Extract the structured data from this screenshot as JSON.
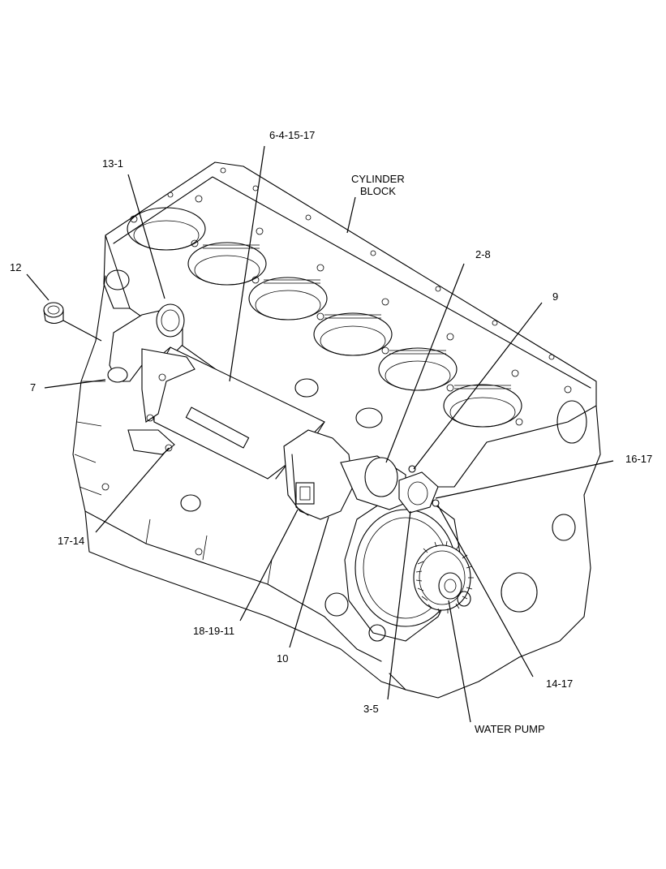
{
  "callouts": {
    "c_6_4_15_17": "6-4-15-17",
    "c_13_1": "13-1",
    "c_cylinder_block": "CYLINDER\nBLOCK",
    "c_12": "12",
    "c_2_8": "2-8",
    "c_9": "9",
    "c_7": "7",
    "c_16_17": "16-17",
    "c_17_14": "17-14",
    "c_18_19_11": "18-19-11",
    "c_10": "10",
    "c_14_17": "14-17",
    "c_3_5": "3-5",
    "c_water_pump": "WATER PUMP"
  },
  "colors": {
    "line": "#000000",
    "background": "#ffffff"
  }
}
